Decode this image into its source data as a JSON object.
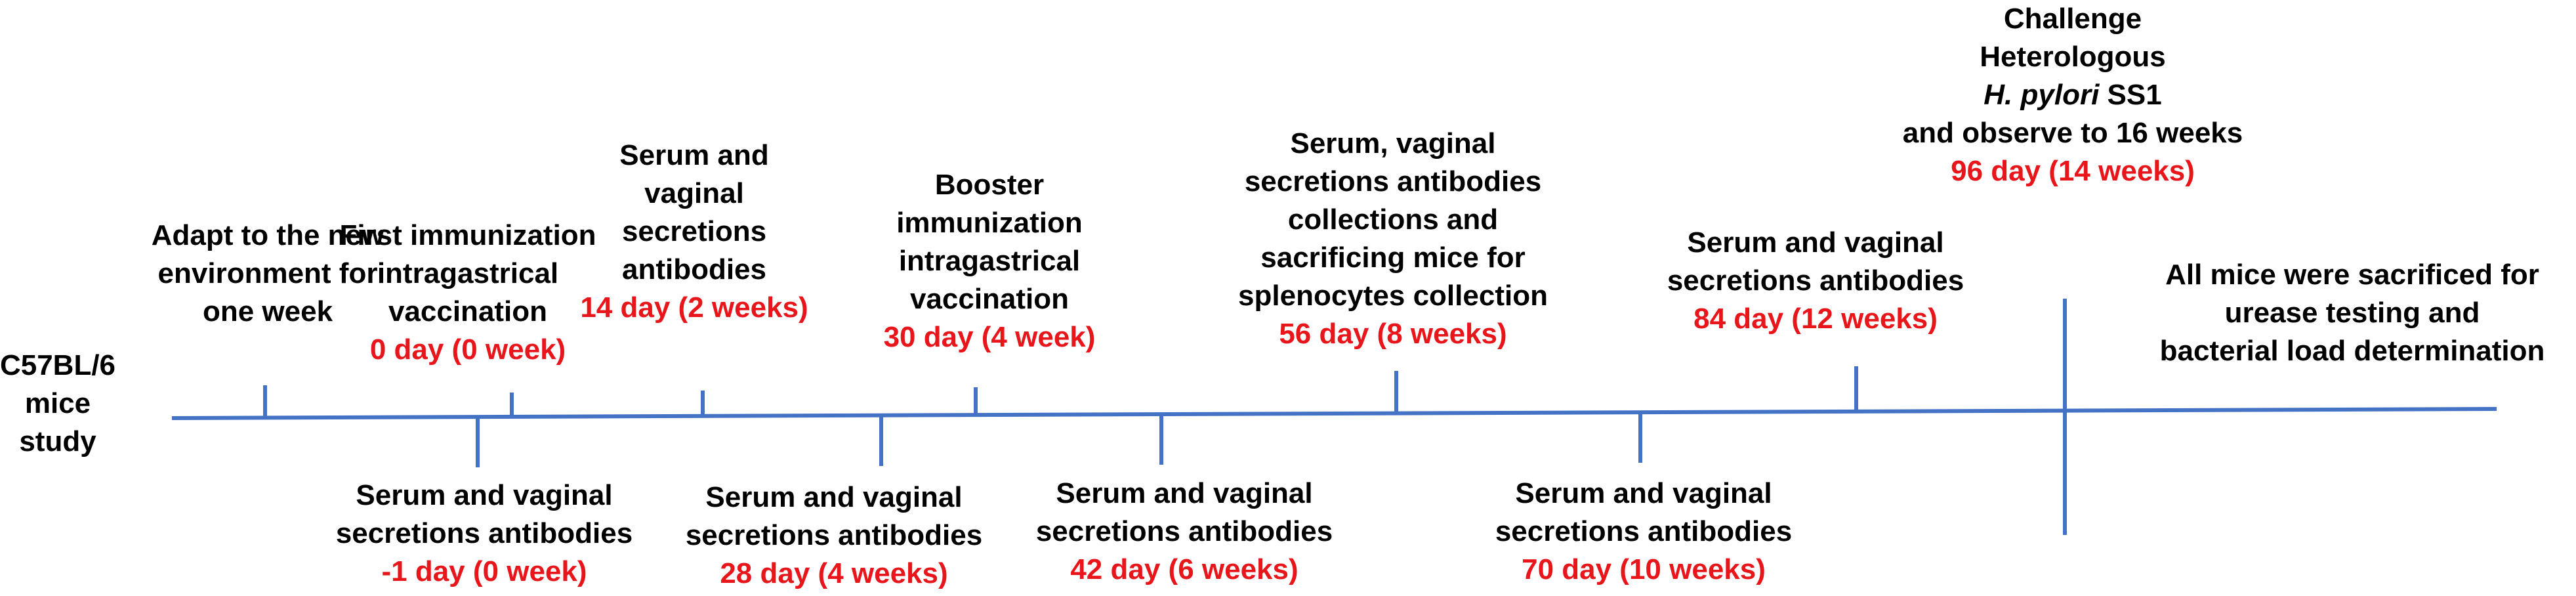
{
  "study_label": [
    "C57BL/6",
    "mice",
    "study"
  ],
  "colors": {
    "timeline": "#4472c4",
    "date_text": "#e8161b",
    "label_text": "#000000"
  },
  "events": [
    {
      "id": "adapt",
      "lines": [
        "Adapt to the new",
        "environment for",
        "one week"
      ],
      "date": ""
    },
    {
      "id": "neg1",
      "lines": [
        "Serum and vaginal",
        "secretions antibodies"
      ],
      "date": "-1 day (0 week)"
    },
    {
      "id": "first-immunization",
      "lines": [
        "First immunization",
        "intragastrical",
        "vaccination"
      ],
      "date": "0 day (0 week)"
    },
    {
      "id": "d14",
      "lines": [
        "Serum and",
        "vaginal",
        "secretions",
        "antibodies"
      ],
      "date": "14 day (2 weeks)"
    },
    {
      "id": "d28",
      "lines": [
        "Serum and vaginal",
        "secretions antibodies"
      ],
      "date": "28 day (4 weeks)"
    },
    {
      "id": "booster",
      "lines": [
        "Booster",
        "immunization",
        "intragastrical",
        "vaccination"
      ],
      "date": "30 day (4 week)"
    },
    {
      "id": "d42",
      "lines": [
        "Serum and vaginal",
        "secretions antibodies"
      ],
      "date": "42 day (6 weeks)"
    },
    {
      "id": "d56",
      "lines": [
        "Serum, vaginal",
        "secretions antibodies",
        "collections and",
        "sacrificing mice for",
        "splenocytes collection"
      ],
      "date": "56 day (8 weeks)"
    },
    {
      "id": "d70",
      "lines": [
        "Serum and vaginal",
        "secretions antibodies"
      ],
      "date": "70 day (10 weeks)"
    },
    {
      "id": "d84",
      "lines": [
        "Serum and vaginal",
        "secretions antibodies"
      ],
      "date": "84 day (12 weeks)"
    },
    {
      "id": "challenge",
      "lines": [
        "Challenge",
        "Heterologous",
        "H. pylori SS1",
        "and observe to 16 weeks"
      ],
      "date": "96 day (14 weeks)"
    },
    {
      "id": "final",
      "lines": [
        "All mice were sacrificed for",
        "urease testing and",
        "bacterial load determination"
      ],
      "date": ""
    }
  ]
}
